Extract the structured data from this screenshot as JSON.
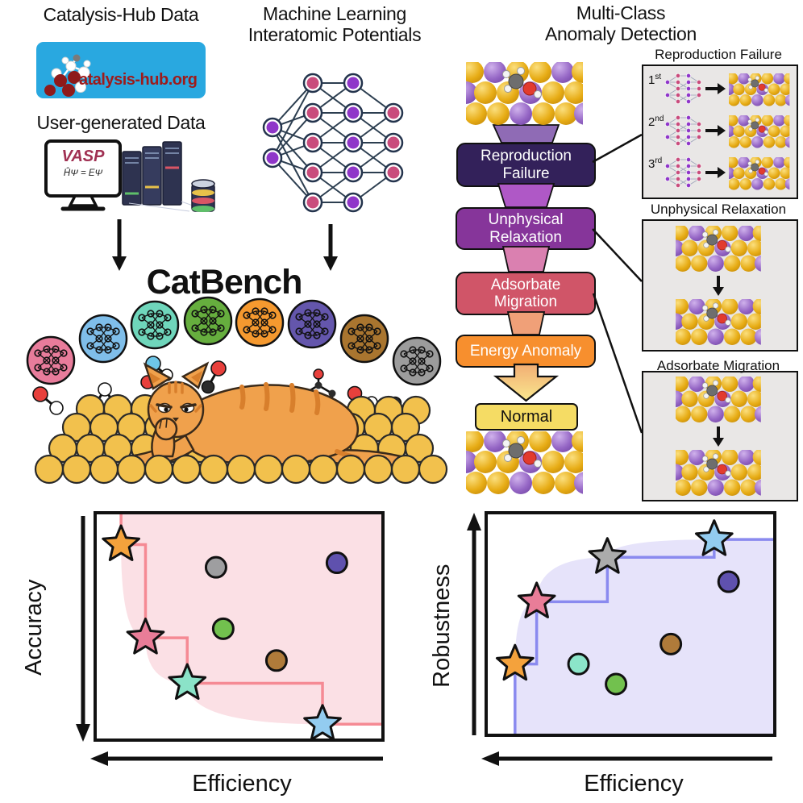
{
  "headers": {
    "catalysis_hub": "Catalysis-Hub Data",
    "user_generated": "User-generated Data",
    "ml_line1": "Machine Learning",
    "ml_line2": "Interatomic Potentials",
    "catbench": "CatBench",
    "anomaly_line1": "Multi-Class",
    "anomaly_line2": "Anomaly Detection"
  },
  "logo": {
    "text": "atalysis-hub.org",
    "bg": "#29A8E0",
    "text_color": "#9E1B1B"
  },
  "vasp": {
    "name": "VASP",
    "equation": "ĤΨ = EΨ"
  },
  "flow": {
    "stages": [
      {
        "label": "Reproduction\nFailure",
        "color": "#33215A",
        "text_color": "#FFFFFF"
      },
      {
        "label": "Unphysical\nRelaxation",
        "color": "#86359A",
        "text_color": "#FFFFFF"
      },
      {
        "label": "Adsorbate\nMigration",
        "color": "#D05568",
        "text_color": "#FFFFFF"
      },
      {
        "label": "Energy Anomaly",
        "color": "#F78F2E",
        "text_color": "#FFFFFF"
      }
    ],
    "normal": {
      "label": "Normal",
      "color": "#F5DC64",
      "text_color": "#111111"
    }
  },
  "panels": [
    {
      "title": "Reproduction Failure",
      "attempts": [
        {
          "num": "1",
          "suffix": "st"
        },
        {
          "num": "2",
          "suffix": "nd"
        },
        {
          "num": "3",
          "suffix": "rd"
        }
      ]
    },
    {
      "title": "Unphysical Relaxation"
    },
    {
      "title": "Adsorbate Migration"
    }
  ],
  "models": {
    "circle_colors": [
      "#E87C9B",
      "#7FBEEA",
      "#6FD6BB",
      "#66AE3E",
      "#F5992F",
      "#6456AC",
      "#A9752F",
      "#9C9C9C"
    ]
  },
  "chart_data": [
    {
      "type": "scatter",
      "title": "Accuracy-Efficiency Pareto front",
      "xlabel": "Efficiency",
      "ylabel": "Accuracy",
      "x_arrow": "left",
      "y_arrow": "down",
      "pareto_line_color": "#F58A94",
      "shade_color": "#FBE0E5",
      "points": [
        {
          "name": "orange-model",
          "marker": "star",
          "color": "#F4A23C",
          "x": 0.09,
          "y": 0.86,
          "pareto": true
        },
        {
          "name": "pink-model",
          "marker": "star",
          "color": "#E97D98",
          "x": 0.175,
          "y": 0.45,
          "pareto": true
        },
        {
          "name": "teal-model",
          "marker": "star",
          "color": "#8BE3C8",
          "x": 0.32,
          "y": 0.25,
          "pareto": true
        },
        {
          "name": "blue-model",
          "marker": "star",
          "color": "#93CCF0",
          "x": 0.79,
          "y": 0.07,
          "pareto": true
        },
        {
          "name": "gray-model",
          "marker": "circle",
          "color": "#9E9EA0",
          "x": 0.42,
          "y": 0.76
        },
        {
          "name": "purple-model",
          "marker": "circle",
          "color": "#5F51AE",
          "x": 0.84,
          "y": 0.78
        },
        {
          "name": "green-model",
          "marker": "circle",
          "color": "#72C14E",
          "x": 0.445,
          "y": 0.49
        },
        {
          "name": "brown-model",
          "marker": "circle",
          "color": "#AF7B3A",
          "x": 0.63,
          "y": 0.35
        }
      ]
    },
    {
      "type": "scatter",
      "title": "Robustness-Efficiency Pareto front",
      "xlabel": "Efficiency",
      "ylabel": "Robustness",
      "x_arrow": "left",
      "y_arrow": "up",
      "pareto_line_color": "#8A8AEF",
      "shade_color": "#E6E3FA",
      "points": [
        {
          "name": "orange-model",
          "marker": "star",
          "color": "#F4A23C",
          "x": 0.1,
          "y": 0.32,
          "pareto": true
        },
        {
          "name": "pink-model",
          "marker": "star",
          "color": "#E97D98",
          "x": 0.175,
          "y": 0.6,
          "pareto": true
        },
        {
          "name": "gray-model",
          "marker": "star",
          "color": "#ABABAB",
          "x": 0.42,
          "y": 0.8,
          "pareto": true
        },
        {
          "name": "blue-model",
          "marker": "star",
          "color": "#93CCF0",
          "x": 0.79,
          "y": 0.88,
          "pareto": true
        },
        {
          "name": "teal-model",
          "marker": "circle",
          "color": "#8BE5C9",
          "x": 0.32,
          "y": 0.32
        },
        {
          "name": "green-model",
          "marker": "circle",
          "color": "#72C14E",
          "x": 0.45,
          "y": 0.23
        },
        {
          "name": "brown-model",
          "marker": "circle",
          "color": "#AF7B3A",
          "x": 0.64,
          "y": 0.41
        },
        {
          "name": "purple-model",
          "marker": "circle",
          "color": "#5F51AE",
          "x": 0.84,
          "y": 0.69
        }
      ]
    }
  ]
}
